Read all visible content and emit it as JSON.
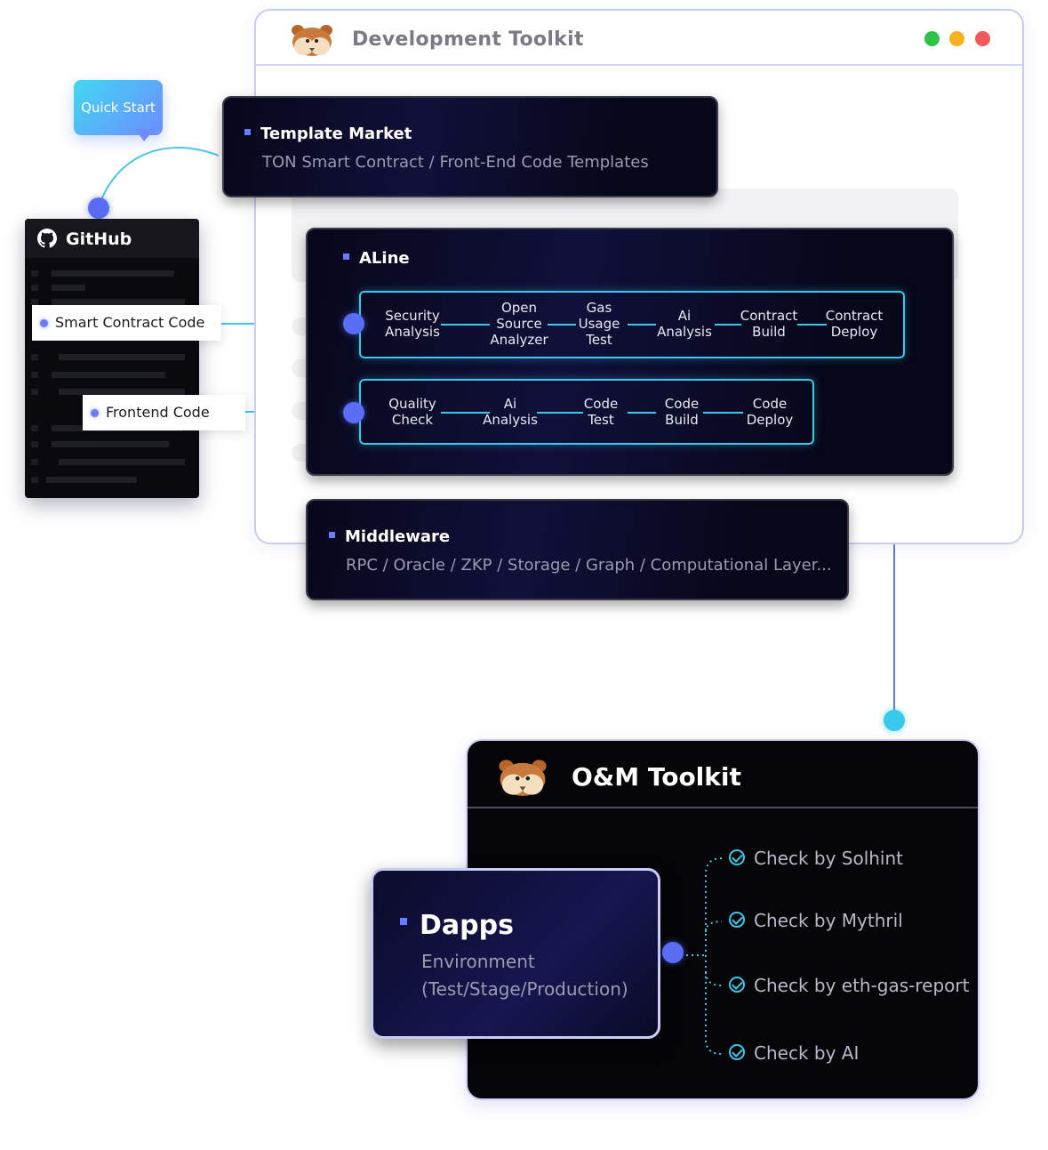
{
  "dev_toolkit": {
    "title": "Development Toolkit",
    "window_dots": [
      "#2ec44a",
      "#f5b21e",
      "#f0585a"
    ]
  },
  "quick_start": {
    "label": "Quick Start"
  },
  "github": {
    "label": "GitHub",
    "smart_contract_chip": "Smart Contract Code",
    "frontend_chip": "Frontend Code"
  },
  "template_market": {
    "title": "Template Market",
    "subtitle": "TON Smart Contract / Front-End Code Templates"
  },
  "aline": {
    "title": "ALine",
    "smart_contract_pipeline": [
      [
        "Security",
        "Analysis"
      ],
      [
        "Open",
        "Source",
        "Analyzer"
      ],
      [
        "Gas",
        "Usage",
        "Test"
      ],
      [
        "Ai",
        "Analysis"
      ],
      [
        "Contract",
        "Build"
      ],
      [
        "Contract",
        "Deploy"
      ]
    ],
    "frontend_pipeline": [
      [
        "Quality",
        "Check"
      ],
      [
        "Ai",
        "Analysis"
      ],
      [
        "Code",
        "Test"
      ],
      [
        "Code",
        "Build"
      ],
      [
        "Code",
        "Deploy"
      ]
    ]
  },
  "middleware": {
    "title": "Middleware",
    "subtitle": "RPC / Oracle / ZKP / Storage / Graph / Computational Layer..."
  },
  "om_toolkit": {
    "title": "O&M Toolkit",
    "checks": [
      "Check by Solhint",
      "Check by Mythril",
      "Check by eth-gas-report",
      "Check by AI"
    ]
  },
  "dapps": {
    "title": "Dapps",
    "line1": "Environment",
    "line2": "(Test/Stage/Production)"
  },
  "colors": {
    "accent": "#5a6ef5",
    "cyan": "#38c9ec",
    "border": "#c9cdf4"
  }
}
